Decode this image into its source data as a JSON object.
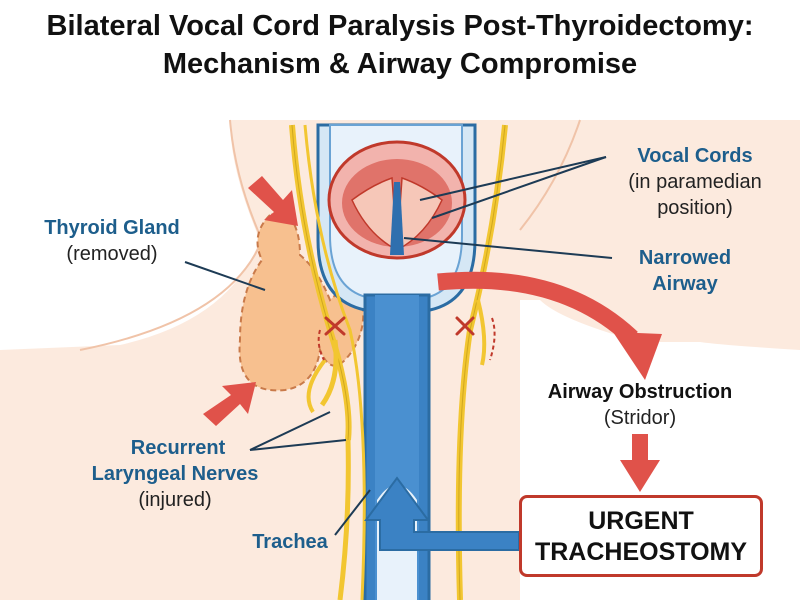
{
  "title": {
    "line1": "Bilateral Vocal Cord Paralysis Post-Thyroidectomy:",
    "line2": "Mechanism & Airway Compromise"
  },
  "labels": {
    "thyroid": "Thyroid Gland",
    "thyroid_sub": "(removed)",
    "nerves_1": "Recurrent",
    "nerves_2": "Laryngeal Nerves",
    "nerves_sub": "(injured)",
    "trachea": "Trachea",
    "vocal": "Vocal Cords",
    "vocal_sub_1": "(in paramedian",
    "vocal_sub_2": "position)",
    "narrowed_1": "Narrowed",
    "narrowed_2": "Airway",
    "obstruction": "Airway Obstruction",
    "obstruction_sub": "(Stridor)",
    "urgent_1": "URGENT",
    "urgent_2": "TRACHEOSTOMY"
  },
  "colors": {
    "accent_red": "#c0392b",
    "label_blue": "#1d5e8c",
    "trachea_blue": "#3b82c4",
    "nerve_yellow": "#f2c631",
    "skin": "#fbe6d8",
    "thyroid_orange": "#f7c08f"
  }
}
